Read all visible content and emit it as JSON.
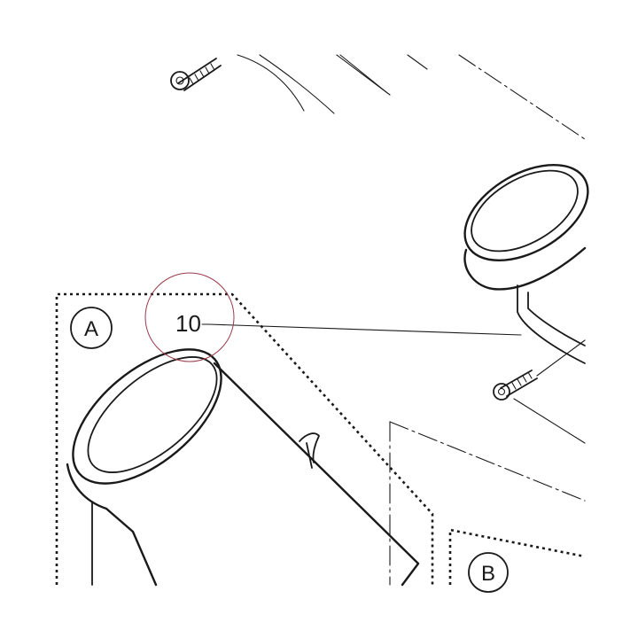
{
  "diagram": {
    "callout_number": "10",
    "detail_a_label": "A",
    "detail_b_label": "B",
    "highlight_color": "#9b3a4a",
    "line_color": "#1a1a1a"
  }
}
